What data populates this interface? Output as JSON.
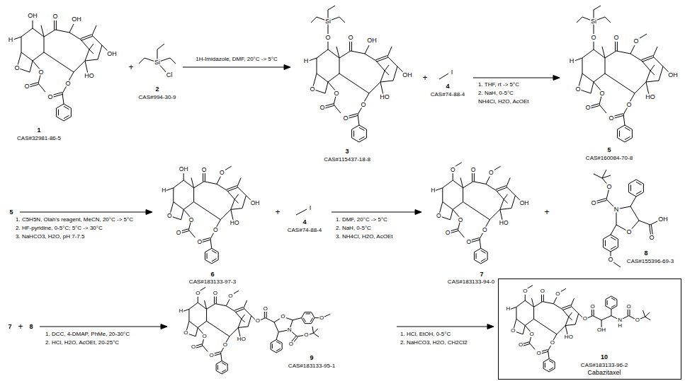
{
  "diagram": {
    "nodes": [
      {
        "text": [
          "10",
          "CAS#183133-96-2",
          "Cabazitaxel"
        ]
      }
    ],
    "labels": [
      "OH",
      "O",
      "OH",
      "H",
      "O",
      "O",
      "O",
      "HO",
      "O",
      "O",
      "OH",
      "1",
      "CAS#32981-86-5",
      "+",
      "Si",
      "Cl",
      "2",
      "CAS#994-30-9",
      "1H-Imidazole, DMF, 20°C -> 5°C",
      "O",
      "Si",
      "O",
      "OH",
      "H",
      "O",
      "O",
      "O",
      "HO",
      "O",
      "O",
      "OH",
      "3",
      "CAS#115437-18-8",
      "+",
      "I",
      "4",
      "CAS#74-88-4",
      "1. THF, rt -> 5°C",
      "2. NaH, 0-5°C",
      "NH4Cl, H2O, AcOEt",
      "O",
      "Si",
      "O",
      "O",
      "H",
      "O",
      "O",
      "O",
      "HO",
      "O",
      "O",
      "OH",
      "5",
      "CAS#160084-70-8",
      "5",
      "1. C5H5N, Olah's reagent, MeCN, 20°C -> 5°C",
      "2. HF-pyridine, 0-5°C; 5°C -> 30°C",
      "3. NaHCO3, H2O, pH 7-7.5",
      "OH",
      "O",
      "O",
      "H",
      "O",
      "O",
      "O",
      "HO",
      "O",
      "O",
      "OH",
      "6",
      "CAS#183133-97-3",
      "+",
      "I",
      "4",
      "CAS#74-88-4",
      "1. DMF, 20°C -> 5°C",
      "2. NaH, 0-5°C",
      "3. NH4Cl, H2O, AcOEt",
      "O",
      "O",
      "O",
      "H",
      "O",
      "O",
      "O",
      "HO",
      "O",
      "O",
      "OH",
      "7",
      "CAS#183133-94-0",
      "+",
      "O",
      "O",
      "N",
      "O",
      "O",
      "OH",
      "O",
      "8",
      "CAS#155396-69-3",
      "7",
      "+",
      "8",
      "1. DCC, 4-DMAP, PhMe, 20-30°C",
      "2. HCl, H2O, AcOEt, 20-25°C",
      "O",
      "O",
      "O",
      "H",
      "O",
      "O",
      "O",
      "HO",
      "O",
      "O",
      "O",
      "O",
      "O",
      "N",
      "O",
      "O",
      "O",
      "9",
      "CAS#183133-95-1",
      "1. HCl, EtOH, 0-5°C",
      "2. NaHCO3, H2O, CH2Cl2",
      "O",
      "O",
      "O",
      "H",
      "O",
      "O",
      "O",
      "HO",
      "O",
      "O",
      "O",
      "O",
      "OH",
      "N",
      "H",
      "O",
      "O"
    ]
  }
}
